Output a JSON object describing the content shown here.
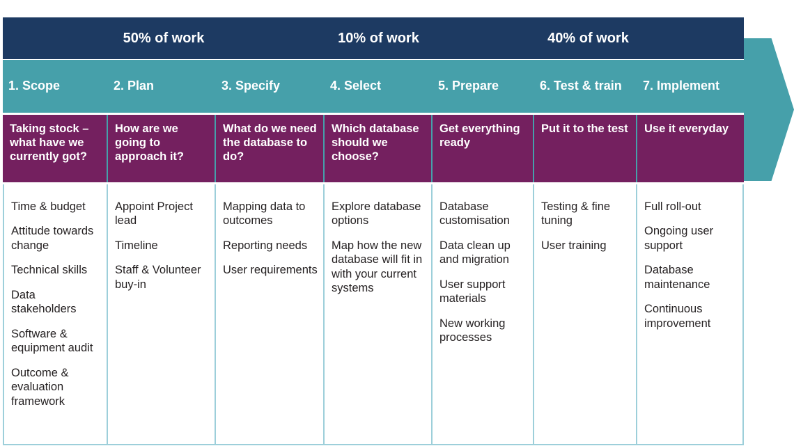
{
  "colors": {
    "navy": "#1d3a62",
    "teal": "#46a0aa",
    "magenta": "#74205f",
    "grid": "#9dcfda",
    "text": "#231f20",
    "white": "#ffffff"
  },
  "effort_bands": [
    {
      "label": "50% of work",
      "covers_stages": [
        1,
        2,
        3
      ]
    },
    {
      "label": "10% of work",
      "covers_stages": [
        4
      ]
    },
    {
      "label": "40% of work",
      "covers_stages": [
        5,
        6,
        7
      ]
    }
  ],
  "stages": [
    {
      "name": "1. Scope",
      "question": "Taking stock – what have we currently got?",
      "items": [
        "Time & budget",
        "Attitude towards change",
        "Technical skills",
        "Data stakeholders",
        "Software & equipment audit",
        "Outcome & evaluation framework"
      ]
    },
    {
      "name": "2. Plan",
      "question": "How are we going to approach it?",
      "items": [
        "Appoint Project lead",
        "Timeline",
        "Staff & Volunteer buy-in"
      ]
    },
    {
      "name": "3. Specify",
      "question": "What do we need the database to do?",
      "items": [
        "Mapping data to outcomes",
        "Reporting needs",
        "User requirements"
      ]
    },
    {
      "name": "4. Select",
      "question": "Which database should we choose?",
      "items": [
        "Explore database options",
        "Map how the new database will fit in with your current systems"
      ]
    },
    {
      "name": "5. Prepare",
      "question": "Get everything ready",
      "items": [
        "Database customisation",
        "Data clean up and migration",
        "User support materials",
        "New working processes"
      ]
    },
    {
      "name": "6. Test & train",
      "question": "Put it to the test",
      "items": [
        "Testing & fine tuning",
        "User training"
      ]
    },
    {
      "name": "7. Implement",
      "question": "Use it everyday",
      "items": [
        "Full roll-out",
        "Ongoing user support",
        "Database maintenance",
        "Continuous improvement"
      ]
    }
  ]
}
